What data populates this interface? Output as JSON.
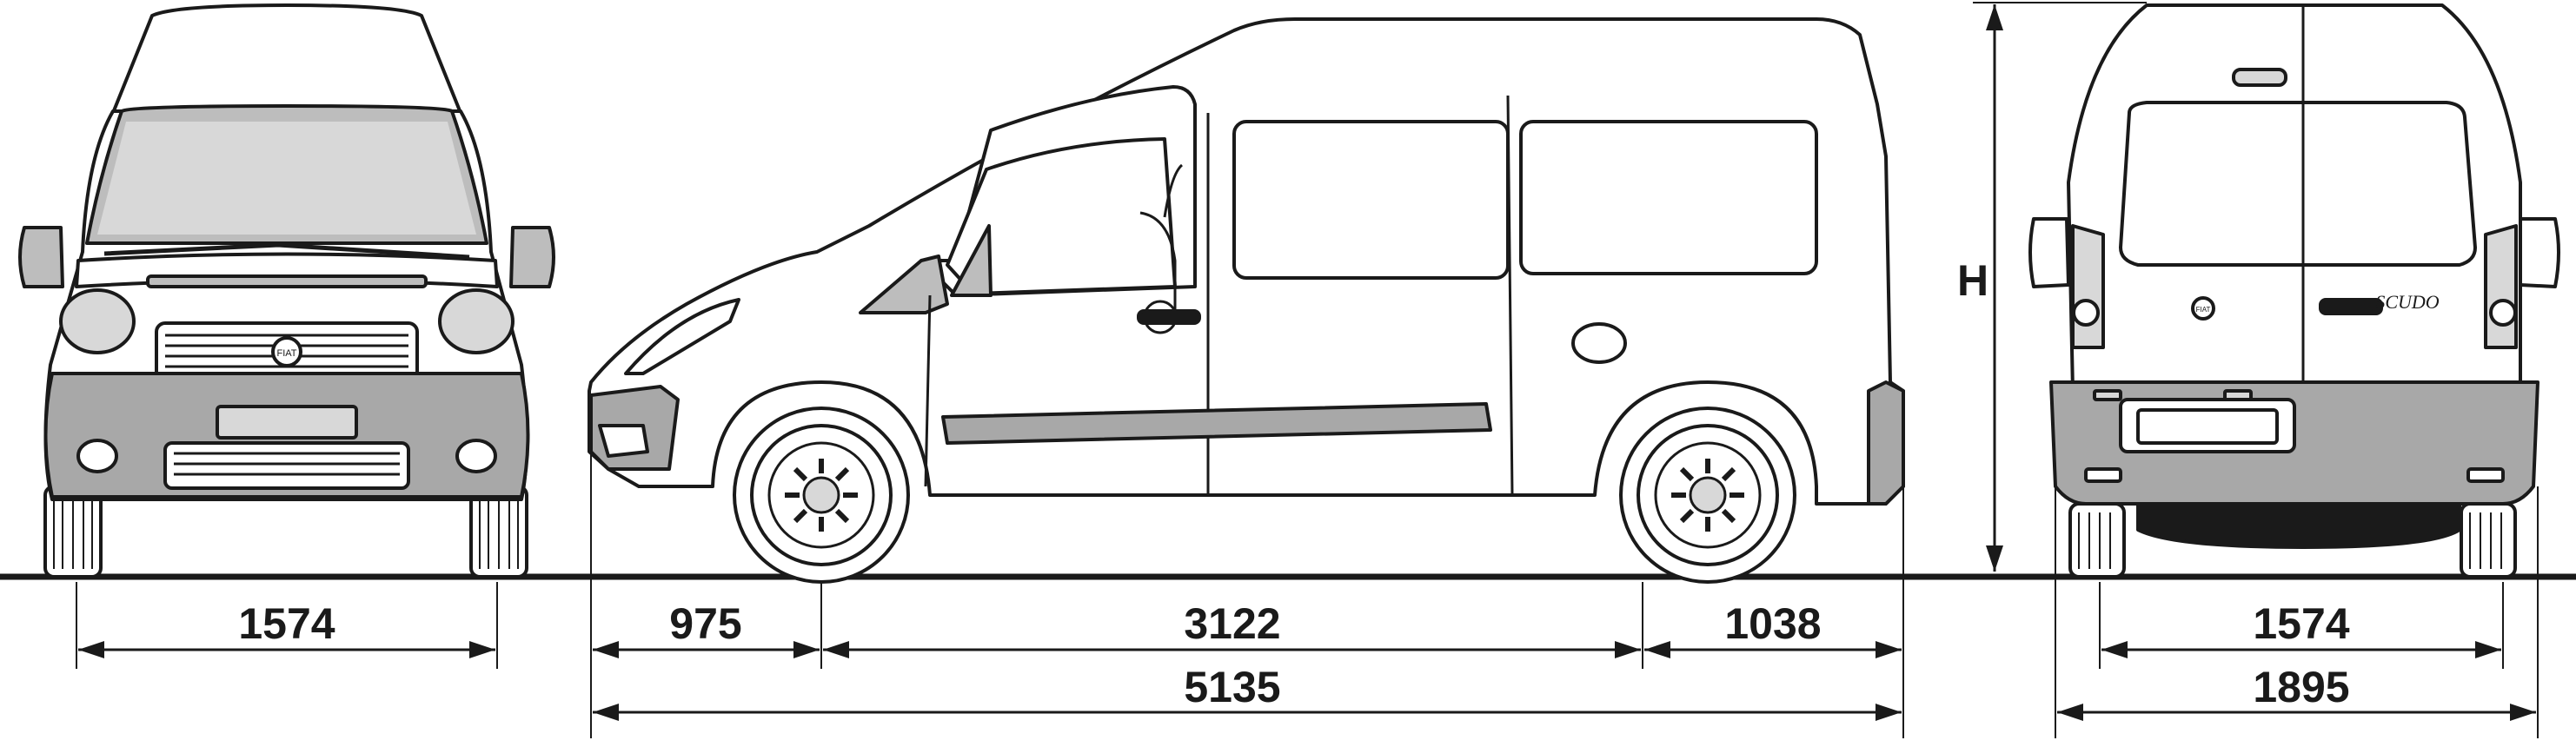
{
  "diagram": {
    "views": [
      "front",
      "side",
      "rear"
    ],
    "dimensions": {
      "front_track": "1574",
      "front_overhang": "975",
      "wheelbase": "3122",
      "rear_overhang": "1038",
      "overall_length": "5135",
      "rear_track": "1574",
      "overall_width": "1895",
      "height": "H"
    },
    "badges": {
      "front_logo": "FIAT",
      "rear_logo": "FIAT",
      "rear_model": "SCUDO"
    },
    "colors": {
      "line": "#1a1a1a",
      "glass": "#bdbdbd",
      "trim": "#a8a8a8",
      "body": "#ffffff"
    }
  }
}
